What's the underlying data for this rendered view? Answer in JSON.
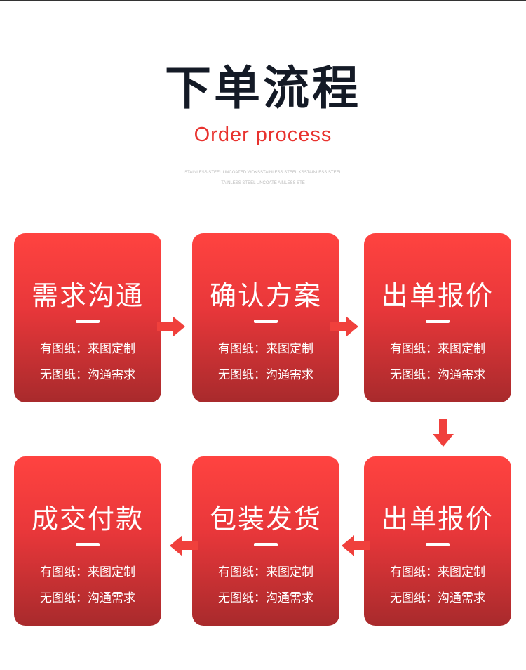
{
  "header": {
    "title": "下单流程",
    "subtitle": "Order process",
    "small_line1": "STAINLESS STEEL UNCOATED WOKSSTAINLESS STEEL KSSTAINLESS STEEL",
    "small_line2": "TAINLESS STEEL UNCOATE AINLESS STE"
  },
  "steps": [
    {
      "title": "需求沟通",
      "line1": "有图纸：来图定制",
      "line2": "无图纸：沟通需求"
    },
    {
      "title": "确认方案",
      "line1": "有图纸：来图定制",
      "line2": "无图纸：沟通需求"
    },
    {
      "title": "出单报价",
      "line1": "有图纸：来图定制",
      "line2": "无图纸：沟通需求"
    },
    {
      "title": "出单报价",
      "line1": "有图纸：来图定制",
      "line2": "无图纸：沟通需求"
    },
    {
      "title": "包装发货",
      "line1": "有图纸：来图定制",
      "line2": "无图纸：沟通需求"
    },
    {
      "title": "成交付款",
      "line1": "有图纸：来图定制",
      "line2": "无图纸：沟通需求"
    }
  ],
  "colors": {
    "accent": "#e8322e",
    "card_top": "#ff4340",
    "card_bottom": "#a82a2c",
    "title": "#141a26"
  }
}
